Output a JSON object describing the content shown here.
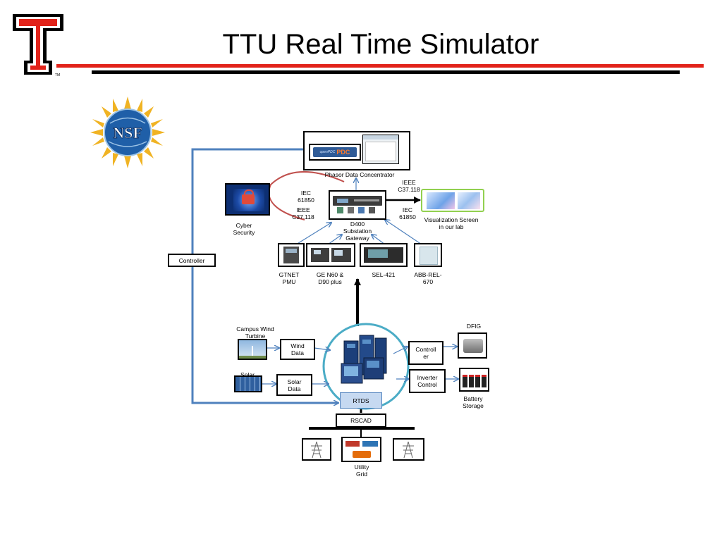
{
  "slide": {
    "title": "TTU Real Time Simulator",
    "logo_letter": "T",
    "trademark": "TM",
    "nsf_text": "NSF"
  },
  "pdc": {
    "label": "Phasor Data Concentrator",
    "logo_text": "PDC",
    "logo_prefix": "openPDC"
  },
  "gateway": {
    "label_line1": "D400",
    "label_line2": "Substation",
    "label_line3": "Gateway"
  },
  "cyber": {
    "line1": "Cyber",
    "line2": "Security"
  },
  "protocols": {
    "left_iec_1": "IEC",
    "left_iec_2": "61850",
    "left_ieee_1": "IEEE",
    "left_ieee_2": "C37.118",
    "right_ieee_1": "IEEE",
    "right_ieee_2": "C37.118",
    "right_iec_1": "IEC",
    "right_iec_2": "61850"
  },
  "viz": {
    "line1": "Visualization Screen",
    "line2": "in our lab"
  },
  "controller_left": "Controller",
  "devices": {
    "gtnet_1": "GTNET",
    "gtnet_2": "PMU",
    "ge_1": "GE N60 &",
    "ge_2": "D90 plus",
    "sel": "SEL-421",
    "abb_1": "ABB-REL-",
    "abb_2": "670"
  },
  "wind": {
    "title_1": "Campus Wind",
    "title_2": "Turbine",
    "data_1": "Wind",
    "data_2": "Data"
  },
  "solar": {
    "title": "Solar",
    "data_1": "Solar",
    "data_2": "Data"
  },
  "rtds": "RTDS",
  "rscad": "RSCAD",
  "right_side": {
    "controller_1": "Controll",
    "controller_2": "er",
    "inverter_1": "Inverter",
    "inverter_2": "Control",
    "dfig": "DFIG",
    "battery_1": "Battery",
    "battery_2": "Storage"
  },
  "grid": {
    "line1": "Utility",
    "line2": "Grid"
  },
  "colors": {
    "red": "#e2231a",
    "arrow_blue": "#4f81bd",
    "rtds_fill": "#c6d9f1",
    "circle": "#4bacc6",
    "arc_red": "#c0504d",
    "viz_green": "#92d050"
  }
}
